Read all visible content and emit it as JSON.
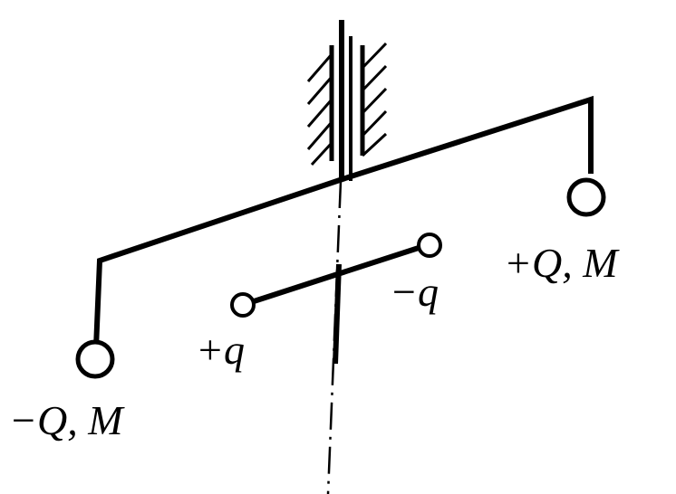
{
  "labels": {
    "plus_q_small": "+q",
    "minus_q_small": "−q",
    "plus_Q_M": "+Q, M",
    "minus_Q_M": "−Q, M"
  },
  "colors": {
    "ink": "#000000",
    "background": "#ffffff"
  }
}
